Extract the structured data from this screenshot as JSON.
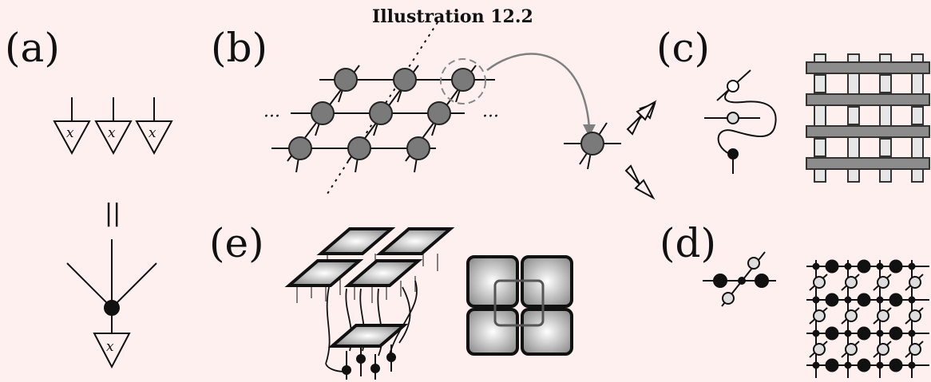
{
  "title": "Illustration 12.2",
  "panels": {
    "a": "(a)",
    "b": "(b)",
    "c": "(c)",
    "d": "(d)",
    "e": "(e)"
  },
  "panel_a": {
    "triangle_label": "x",
    "equals_symbol": "||"
  },
  "panel_b": {
    "ellipsis": "···"
  },
  "colors": {
    "background": "#fdf0ef",
    "node_fill": "#7a7a7a",
    "ink": "#111111",
    "arrow_gray": "#808080",
    "light_bar": "#e6e6e6",
    "dark_bar": "#8c8c8c"
  }
}
